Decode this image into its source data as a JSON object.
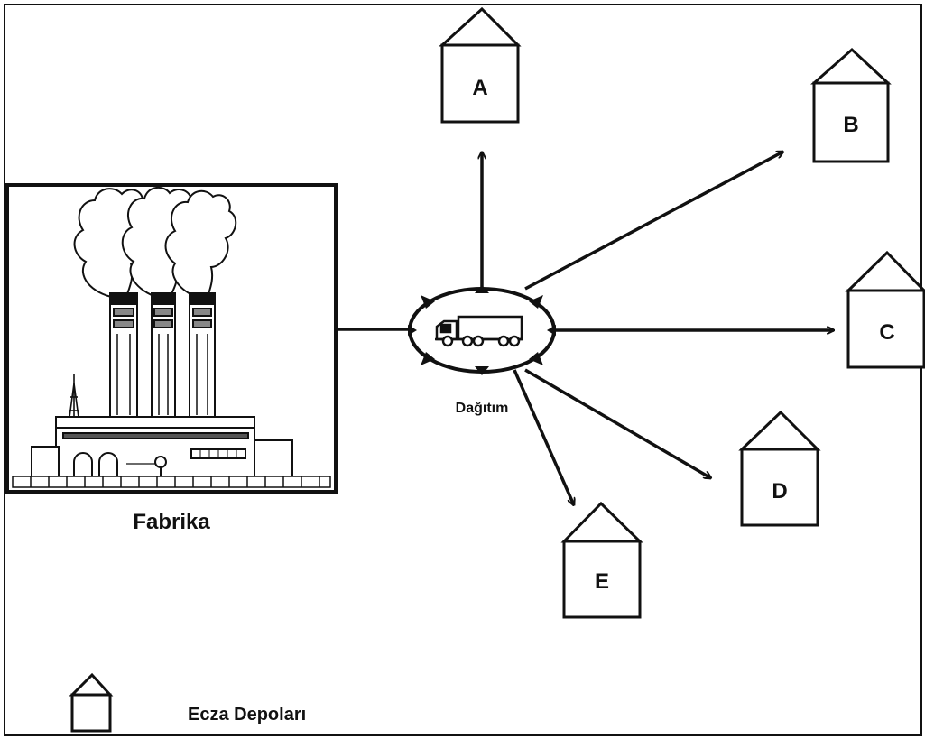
{
  "factory": {
    "label": "Fabrika"
  },
  "hub": {
    "label": "Dağıtım"
  },
  "warehouses": [
    {
      "id": "A",
      "label": "A"
    },
    {
      "id": "B",
      "label": "B"
    },
    {
      "id": "C",
      "label": "C"
    },
    {
      "id": "D",
      "label": "D"
    },
    {
      "id": "E",
      "label": "E"
    }
  ],
  "legend": {
    "label": "Ecza Depoları",
    "icon": "house-icon"
  },
  "colors": {
    "line": "#111111",
    "background": "#ffffff",
    "smoke": "#ffffff"
  }
}
